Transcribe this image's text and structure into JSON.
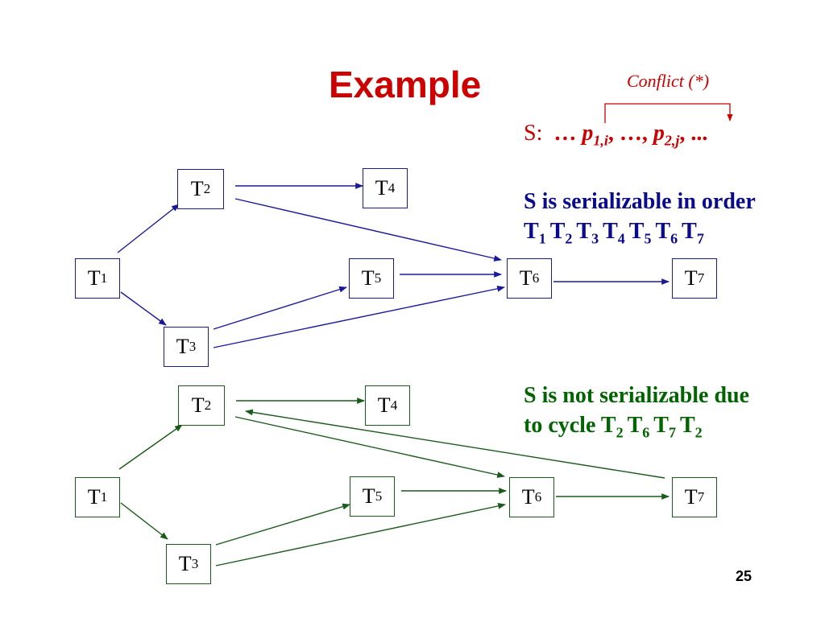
{
  "title": "Example",
  "conflict_label": "Conflict (*)",
  "schedule": {
    "s_label": "S:",
    "ellipsis_start": "…",
    "op1_letter": "p",
    "op1_sub": "1,i",
    "middle": ", …,",
    "op2_letter": "p",
    "op2_sub": "2,j",
    "end": ", ..."
  },
  "serializable_note": {
    "line1": "S is serializable in order",
    "order": [
      {
        "letter": "T",
        "sub": "1"
      },
      {
        "letter": "T",
        "sub": "2"
      },
      {
        "letter": "T",
        "sub": "3"
      },
      {
        "letter": "T",
        "sub": "4"
      },
      {
        "letter": "T",
        "sub": "5"
      },
      {
        "letter": "T",
        "sub": "6"
      },
      {
        "letter": "T",
        "sub": "7"
      }
    ]
  },
  "not_serializable_note": {
    "line1": "S is not serializable due",
    "line2_prefix": "to cycle",
    "cycle": [
      {
        "letter": "T",
        "sub": "2"
      },
      {
        "letter": "T",
        "sub": "6"
      },
      {
        "letter": "T",
        "sub": "7"
      },
      {
        "letter": "T",
        "sub": "2"
      }
    ]
  },
  "graph_top": {
    "color": "#1a1a99",
    "nodes": [
      {
        "id": "T1",
        "letter": "T",
        "sub": "1"
      },
      {
        "id": "T2",
        "letter": "T",
        "sub": "2"
      },
      {
        "id": "T3",
        "letter": "T",
        "sub": "3"
      },
      {
        "id": "T4",
        "letter": "T",
        "sub": "4"
      },
      {
        "id": "T5",
        "letter": "T",
        "sub": "5"
      },
      {
        "id": "T6",
        "letter": "T",
        "sub": "6"
      },
      {
        "id": "T7",
        "letter": "T",
        "sub": "7"
      }
    ],
    "edges": [
      {
        "from": "T1",
        "to": "T2"
      },
      {
        "from": "T1",
        "to": "T3"
      },
      {
        "from": "T2",
        "to": "T4"
      },
      {
        "from": "T2",
        "to": "T6"
      },
      {
        "from": "T3",
        "to": "T5"
      },
      {
        "from": "T3",
        "to": "T6"
      },
      {
        "from": "T5",
        "to": "T6"
      },
      {
        "from": "T6",
        "to": "T7"
      }
    ]
  },
  "graph_bottom": {
    "color": "#1a5a1a",
    "nodes": [
      {
        "id": "T1",
        "letter": "T",
        "sub": "1"
      },
      {
        "id": "T2",
        "letter": "T",
        "sub": "2"
      },
      {
        "id": "T3",
        "letter": "T",
        "sub": "3"
      },
      {
        "id": "T4",
        "letter": "T",
        "sub": "4"
      },
      {
        "id": "T5",
        "letter": "T",
        "sub": "5"
      },
      {
        "id": "T6",
        "letter": "T",
        "sub": "6"
      },
      {
        "id": "T7",
        "letter": "T",
        "sub": "7"
      }
    ],
    "edges": [
      {
        "from": "T1",
        "to": "T2"
      },
      {
        "from": "T1",
        "to": "T3"
      },
      {
        "from": "T2",
        "to": "T4"
      },
      {
        "from": "T2",
        "to": "T6"
      },
      {
        "from": "T3",
        "to": "T5"
      },
      {
        "from": "T3",
        "to": "T6"
      },
      {
        "from": "T5",
        "to": "T6"
      },
      {
        "from": "T6",
        "to": "T7"
      },
      {
        "from": "T7",
        "to": "T2"
      }
    ]
  },
  "colors": {
    "title_red": "#cc0000",
    "note_blue": "#0a0a8c",
    "note_green": "#006400"
  },
  "page_number": "25"
}
